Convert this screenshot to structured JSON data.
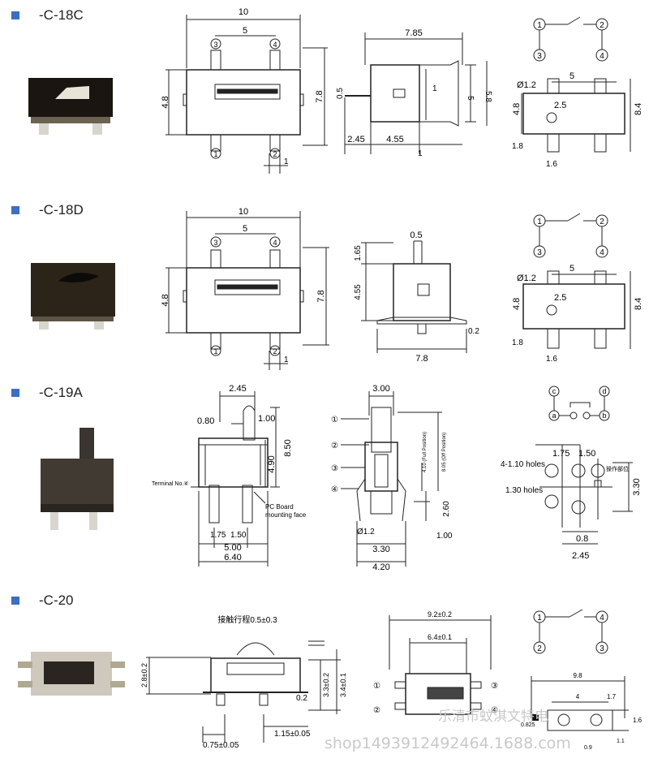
{
  "rows": [
    {
      "model": "-C-18C",
      "top": {
        "w": "10",
        "p": "5",
        "t3": "3",
        "t4": "4",
        "t1": "1",
        "t2": "2",
        "h1": "4.8",
        "h2": "7.8",
        "b": "1"
      },
      "side": {
        "w": "7.85",
        "a": "0.5",
        "b": "2.45",
        "c": "4.55",
        "d": "1",
        "e": "1",
        "f": "5",
        "g": "5.8"
      },
      "pcb": {
        "p": "5",
        "hole": "Ø1.2",
        "off": "2.5",
        "h": "4.8",
        "H": "8.4",
        "s1": "1.8",
        "s2": "1.6",
        "t1": "1",
        "t2": "2",
        "t3": "3",
        "t4": "4"
      }
    },
    {
      "model": "-C-18D",
      "top": {
        "w": "10",
        "p": "5",
        "t3": "3",
        "t4": "4",
        "t1": "1",
        "t2": "2",
        "h1": "4.8",
        "h2": "7.8",
        "b": "1"
      },
      "side": {
        "a": "0.5",
        "b": "1.65",
        "c": "4.55",
        "d": "0.2",
        "w": "7.8"
      },
      "pcb": {
        "p": "5",
        "hole": "Ø1.2",
        "off": "2.5",
        "h": "4.8",
        "H": "8.4",
        "s1": "1.8",
        "s2": "1.6",
        "t1": "1",
        "t2": "2",
        "t3": "3",
        "t4": "4"
      }
    },
    {
      "model": "-C-19A",
      "front": {
        "a": "2.45",
        "b": "0.80",
        "c": "1.00",
        "d": "8.50",
        "e": "4.90",
        "f": "1.75",
        "g": "1.50",
        "h": "5.00",
        "i": "6.40",
        "term": "Terminal No.④",
        "pcb1": "PC Board",
        "pcb2": "mounting face"
      },
      "side": {
        "w": "3.00",
        "n1": "①",
        "n2": "②",
        "n3": "③",
        "n4": "④",
        "v1": "4.10 (Full Position)",
        "v2": "8.05 (Off Position)",
        "a": "2.60",
        "b": "1.00",
        "hole": "Ø1.2",
        "c": "3.30",
        "d": "4.20"
      },
      "pcb": {
        "c": "c",
        "d": "d",
        "a": "a",
        "b": "b",
        "holes1": "4-1.10 holes",
        "holes2": "1.30 holes",
        "x1": "1.75",
        "x2": "1.50",
        "op": "操作部位",
        "y": "3.30",
        "z": "0.8",
        "w": "2.45"
      }
    },
    {
      "model": "-C-20",
      "front": {
        "travel": "接触行程0.5±0.3",
        "h": "2.8±0.2",
        "g": "0.2",
        "a": "3.3±0.2",
        "b": "3.4±0.1",
        "c": "0.75±0.05",
        "d": "1.15±0.05"
      },
      "top": {
        "w": "9.2±0.2",
        "p": "6.4±0.1",
        "n1": "①",
        "n2": "②",
        "n3": "③",
        "n4": "④"
      },
      "pcb": {
        "w": "9.8",
        "p": "4",
        "a": "1.7",
        "b": "1.6",
        "c": "0.825",
        "d": "0.9",
        "e": "1.1",
        "t1": "1",
        "t2": "2",
        "t3": "3",
        "t4": "4"
      }
    }
  ],
  "watermark": {
    "line1": "乐清市蚊淇文特电",
    "line2": "shop1493912492464.1688.com"
  }
}
